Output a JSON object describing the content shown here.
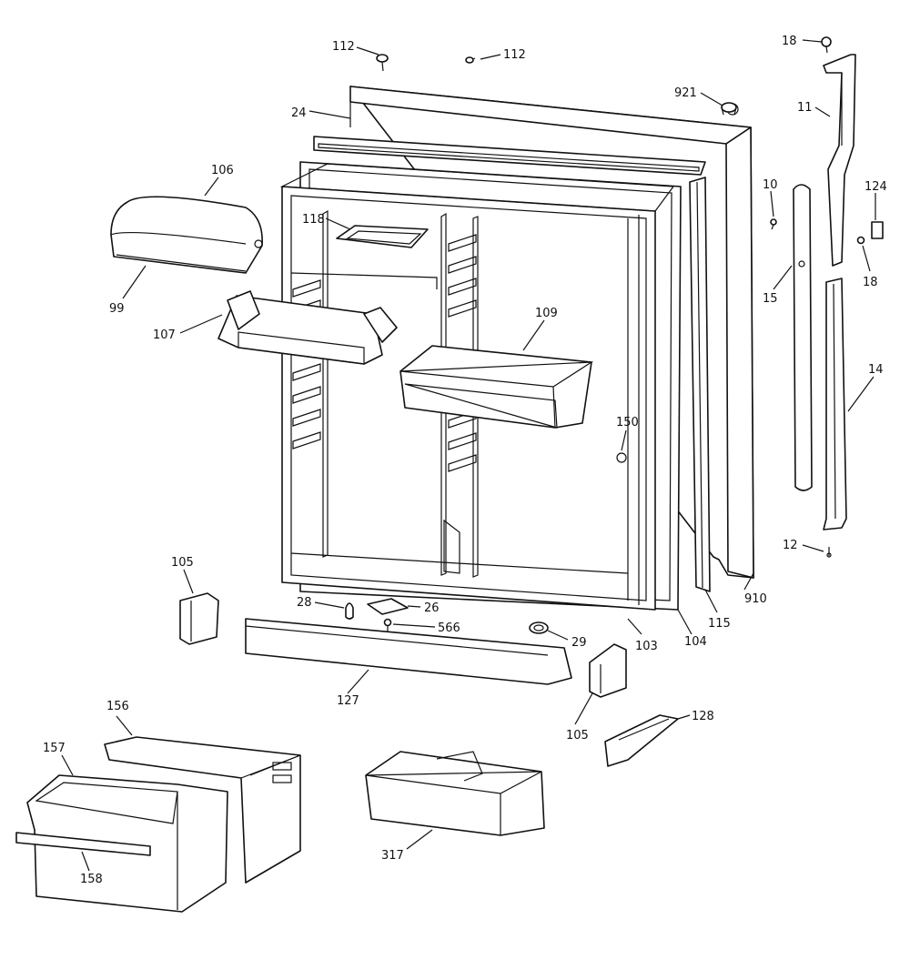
{
  "part_callouts": [
    "112",
    "112",
    "18",
    "921",
    "24",
    "11",
    "106",
    "10",
    "124",
    "118",
    "18",
    "99",
    "15",
    "107",
    "109",
    "14",
    "150",
    "12",
    "105",
    "910",
    "28",
    "26",
    "566",
    "29",
    "115",
    "103",
    "104",
    "127",
    "105",
    "128",
    "156",
    "157",
    "317",
    "158"
  ],
  "colors": {
    "line": "#111111",
    "background": "#ffffff",
    "shading": "#d8d8d8"
  }
}
